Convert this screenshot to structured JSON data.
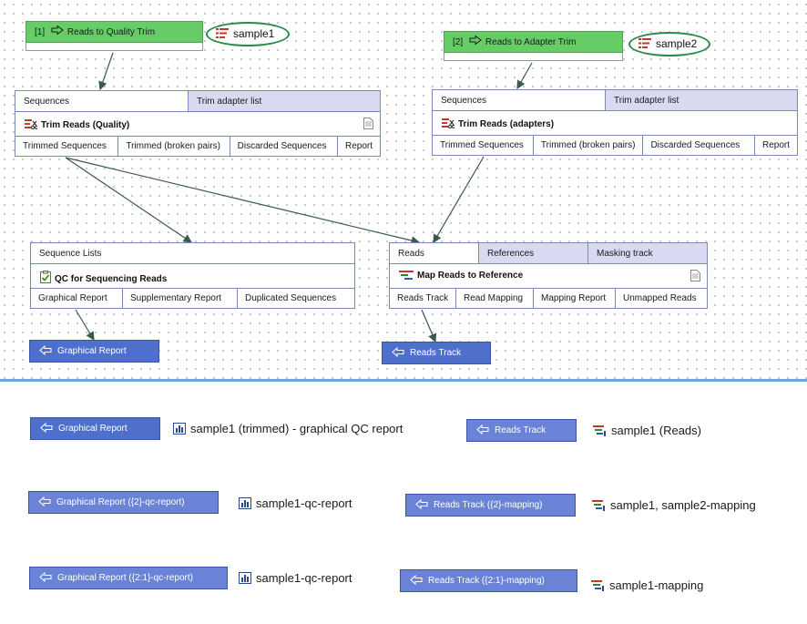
{
  "workflow": {
    "inputs": [
      {
        "label": "[1] ",
        "name": "Reads to Quality Trim",
        "sample": "sample1"
      },
      {
        "label": "[2] ",
        "name": "Reads to Adapter Trim",
        "sample": "sample2"
      }
    ],
    "trim_quality": {
      "inputs": [
        "Sequences",
        "Trim adapter list"
      ],
      "title": "Trim Reads (Quality)",
      "outputs": [
        "Trimmed Sequences",
        "Trimmed (broken pairs)",
        "Discarded Sequences",
        "Report"
      ]
    },
    "trim_adapters": {
      "inputs": [
        "Sequences",
        "Trim adapter list"
      ],
      "title": "Trim Reads (adapters)",
      "outputs": [
        "Trimmed Sequences",
        "Trimmed (broken pairs)",
        "Discarded Sequences",
        "Report"
      ]
    },
    "qc": {
      "inputs": [
        "Sequence Lists"
      ],
      "title": "QC for Sequencing Reads",
      "outputs": [
        "Graphical Report",
        "Supplementary Report",
        "Duplicated Sequences"
      ]
    },
    "map": {
      "inputs": [
        "Reads",
        "References",
        "Masking track"
      ],
      "title": "Map Reads to Reference",
      "outputs": [
        "Reads Track",
        "Read Mapping",
        "Mapping Report",
        "Unmapped Reads"
      ]
    },
    "outputs": [
      "Graphical Report",
      "Reads Track"
    ]
  },
  "results": {
    "left": [
      {
        "button": "Graphical Report",
        "result": "sample1 (trimmed) - graphical QC report"
      },
      {
        "button": "Graphical Report ({2}-qc-report)",
        "result": "sample1-qc-report"
      },
      {
        "button": "Graphical Report ({2:1}-qc-report)",
        "result": "sample1-qc-report"
      }
    ],
    "right": [
      {
        "button": "Reads Track",
        "result": "sample1 (Reads)"
      },
      {
        "button": "Reads Track ({2}-mapping)",
        "result": "sample1, sample2-mapping"
      },
      {
        "button": "Reads Track ({2:1}-mapping)",
        "result": "sample1-mapping"
      }
    ]
  },
  "colors": {
    "input_green": "#66cc66",
    "output_blue": "#4f6fcc",
    "port_shaded": "#d9d9f2",
    "border": "#7b8ab4",
    "divider": "#6fa8dc"
  }
}
